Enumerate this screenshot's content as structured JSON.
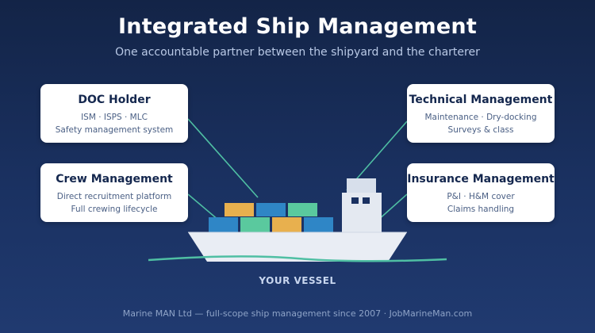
{
  "header": {
    "title": "Integrated Ship Management",
    "subtitle": "One accountable partner between the shipyard and the charterer"
  },
  "cards": {
    "doc": {
      "title": "DOC Holder",
      "line1": "ISM · ISPS · MLC",
      "line2": "Safety management system"
    },
    "crew": {
      "title": "Crew Management",
      "line1": "Direct recruitment platform",
      "line2": "Full crewing lifecycle"
    },
    "tech": {
      "title": "Technical Management",
      "line1": "Maintenance · Dry-docking",
      "line2": "Surveys & class"
    },
    "ins": {
      "title": "Insurance Management",
      "line1": "P&I · H&M cover",
      "line2": "Claims handling"
    }
  },
  "vessel": {
    "label": "YOUR VESSEL"
  },
  "footer": {
    "text": "Marine MAN Ltd — full-scope ship management since 2007 · JobMarineMan.com"
  },
  "colors": {
    "connector": "#4fbfa3",
    "water": "#4fbfa3",
    "hull": "#e9edf4",
    "container_orange": "#e8b04e",
    "container_blue": "#2f86c6",
    "container_green": "#5ac99e"
  }
}
